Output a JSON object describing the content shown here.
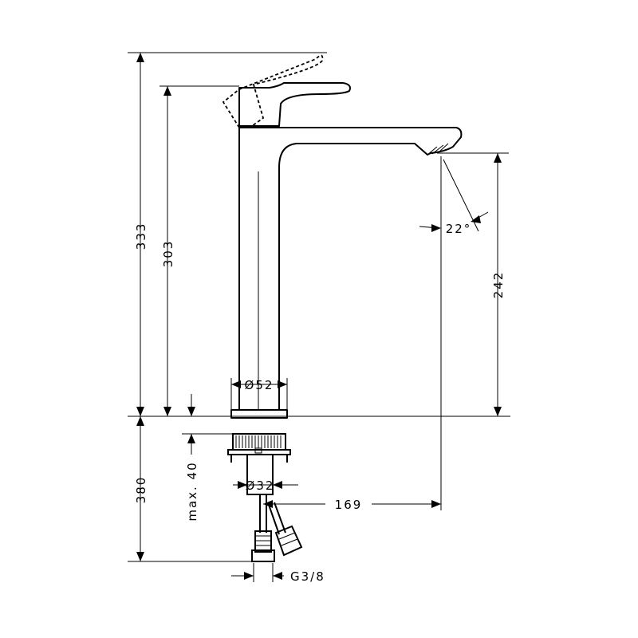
{
  "dimensions": {
    "total_height": "333",
    "spout_top_height": "303",
    "spout_outlet_height": "242",
    "angle": "22°",
    "body_diameter": "Ø52",
    "shank_diameter": "Ø32",
    "below_deck_length": "380",
    "max_deck_thickness": "max. 40",
    "projection": "169",
    "connection_thread": "G3/8"
  }
}
